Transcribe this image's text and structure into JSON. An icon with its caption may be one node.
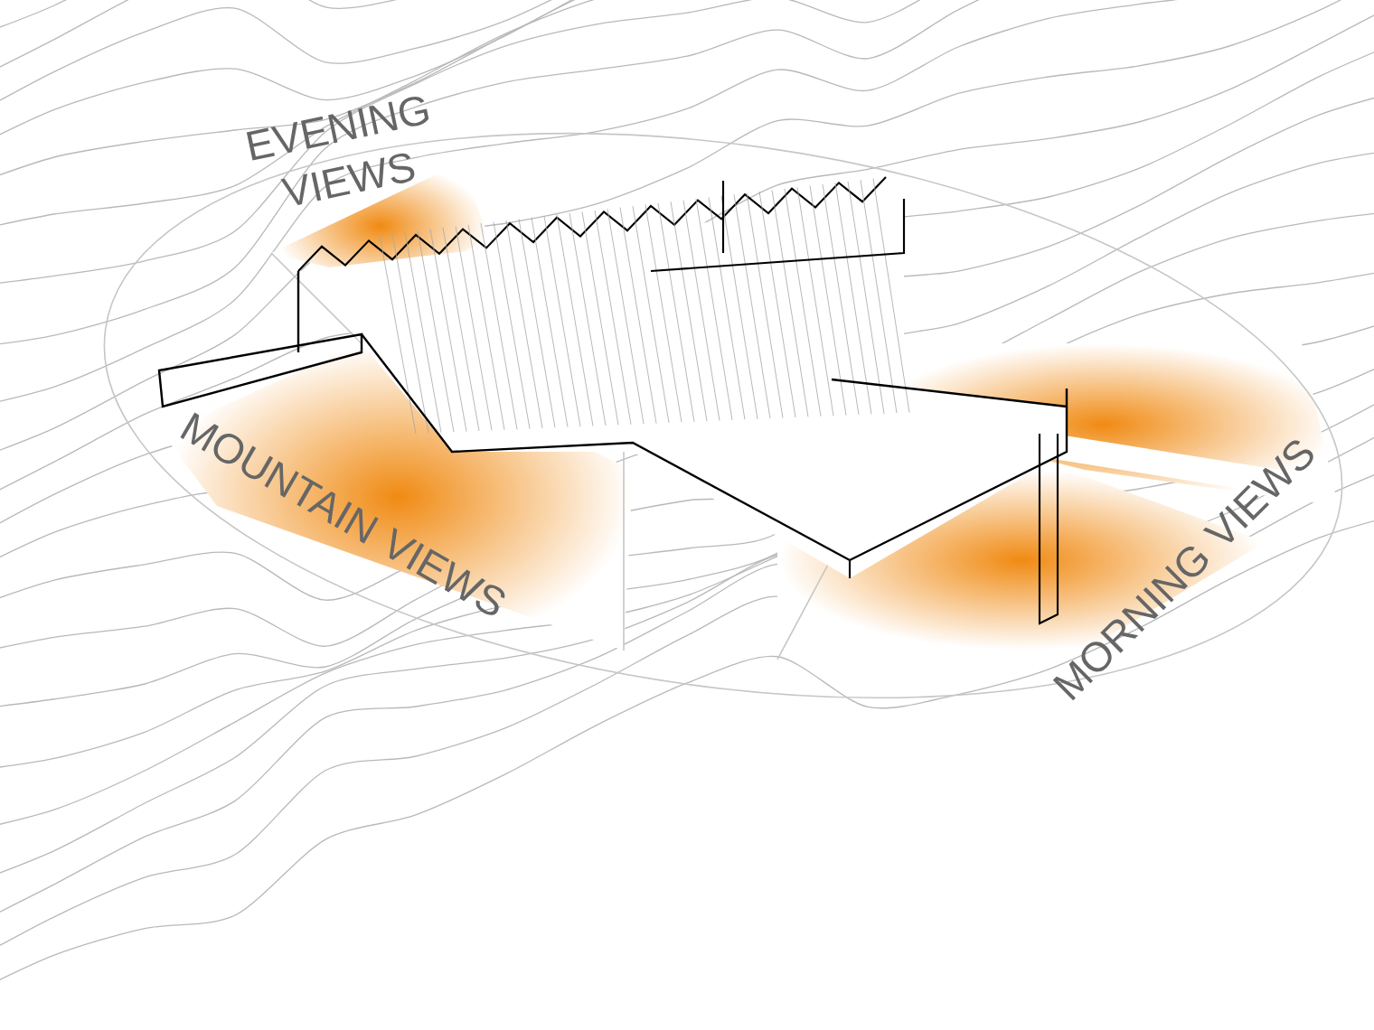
{
  "diagram": {
    "labels": [
      "EVENING VIEWS",
      "MOUNTAIN VIEWS",
      "MORNING VIEWS"
    ]
  }
}
